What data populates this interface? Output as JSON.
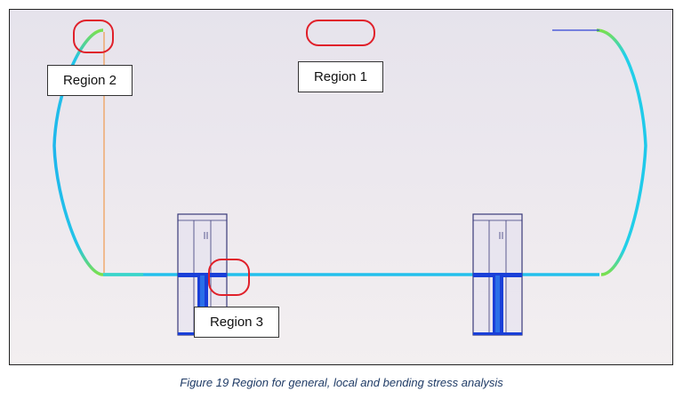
{
  "figure": {
    "regions": [
      {
        "label": "Region 2"
      },
      {
        "label": "Region 1"
      },
      {
        "label": "Region 3"
      }
    ],
    "caption": "Figure 19 Region for general, local and bending stress analysis"
  },
  "colors": {
    "shell_main": "#1fc8e8",
    "shell_hot": "#2a3fd6",
    "shell_low": "#6fe05a",
    "highlight": "#e0202a",
    "support_outline": "#3a3a7a",
    "guide_line": "#f08a30"
  }
}
